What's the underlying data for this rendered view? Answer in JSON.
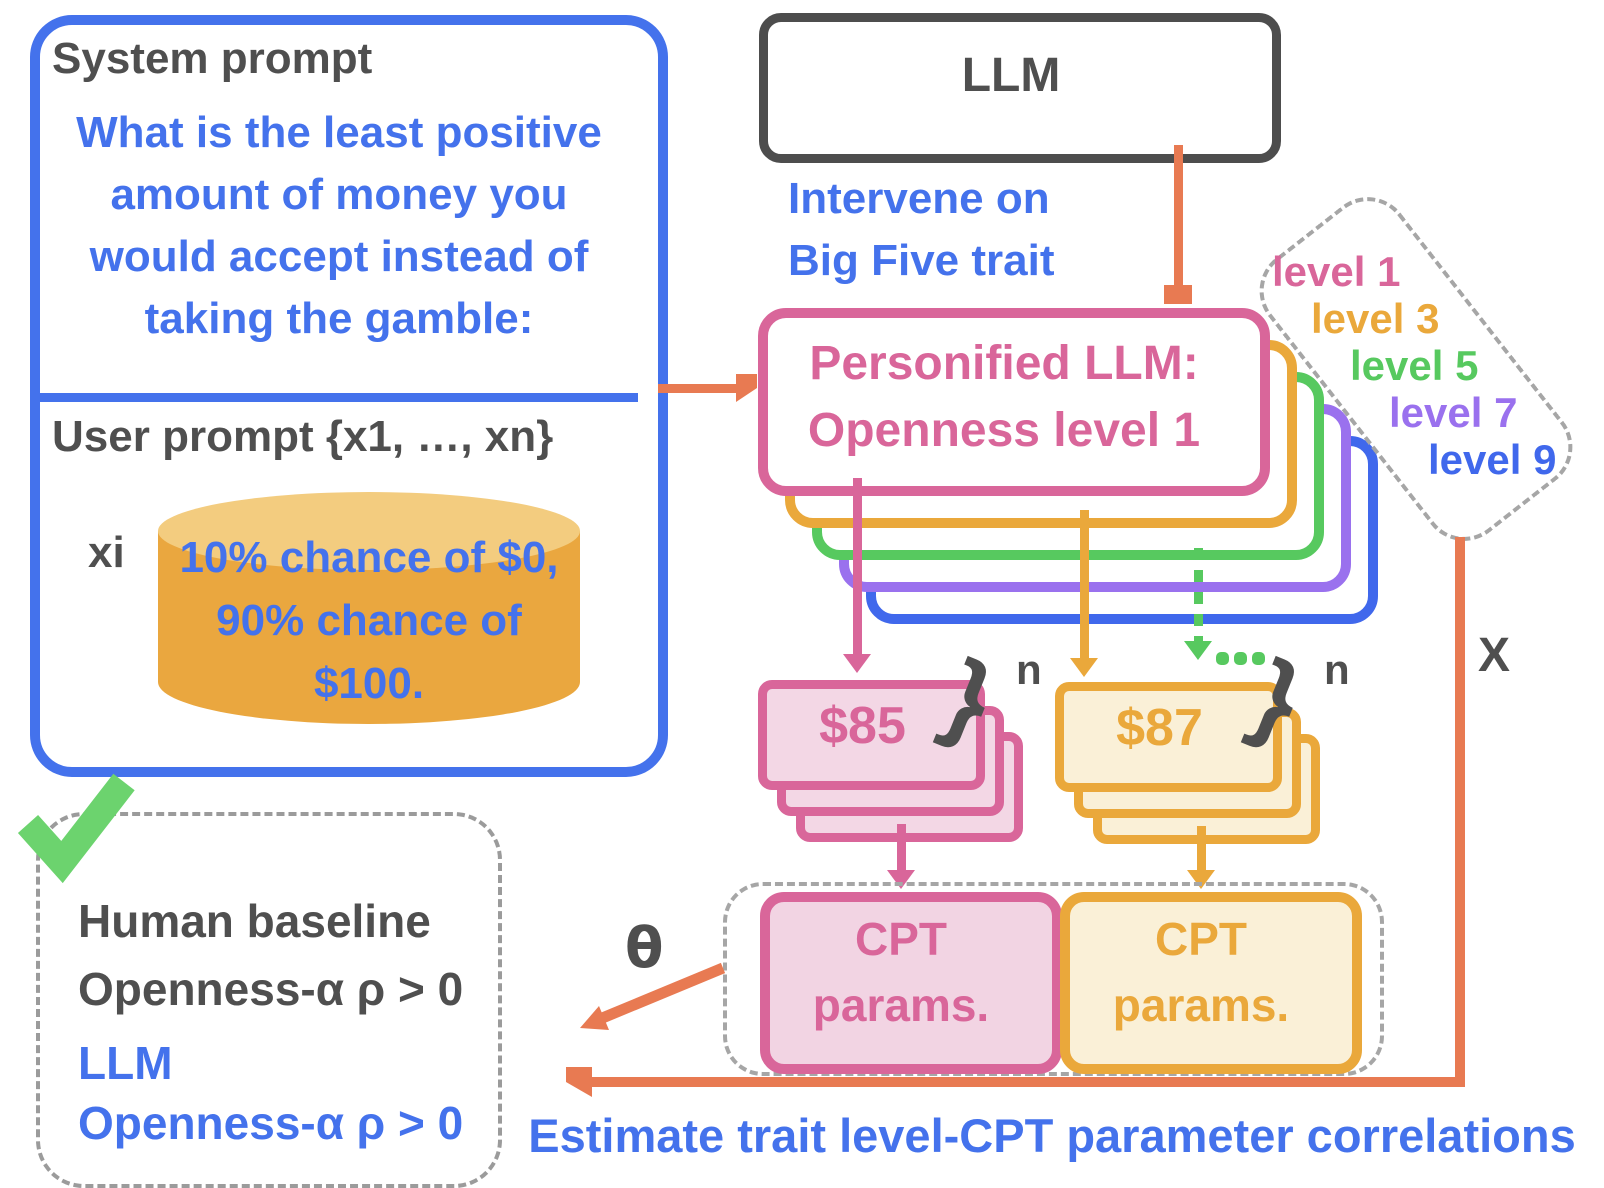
{
  "system_prompt": {
    "heading": "System prompt",
    "line1": "What is the least positive",
    "line2": "amount of money you",
    "line3": "would accept instead of",
    "line4": "taking the gamble:"
  },
  "user_prompt": {
    "heading": "User prompt {x1, …, xn}",
    "xi_label": "xi",
    "gamble_line1": "10% chance of $0,",
    "gamble_line2": "90% chance of",
    "gamble_line3": "$100."
  },
  "llm": {
    "label": "LLM"
  },
  "intervene": {
    "line1": "Intervene on",
    "line2": "Big Five trait"
  },
  "personified": {
    "line1": "Personified LLM:",
    "line2": "Openness level 1"
  },
  "levels": [
    {
      "label": "level 1",
      "color": "#d9669a"
    },
    {
      "label": "level 3",
      "color": "#eaa83b"
    },
    {
      "label": "level 5",
      "color": "#57c95f"
    },
    {
      "label": "level 7",
      "color": "#9a71ee"
    },
    {
      "label": "level 9",
      "color": "#4472ec"
    }
  ],
  "samples": {
    "value_a": "$85",
    "value_b": "$87",
    "brace": "}",
    "n_label": "n"
  },
  "cpt": {
    "line1": "CPT",
    "line2": "params."
  },
  "symbols": {
    "theta": "θ",
    "x": "X"
  },
  "caption": "Estimate trait level-CPT parameter correlations",
  "baseline": {
    "human_line1": "Human baseline",
    "human_line2": "Openness-α ρ > 0",
    "llm_line1": "LLM",
    "llm_line2": "Openness-α ρ > 0"
  },
  "colors": {
    "blue": "#4472ec",
    "pink": "#d9669a",
    "yellow": "#eaa83b",
    "green": "#57c95f",
    "purple": "#9a71ee",
    "stack_blue": "#4068ec",
    "orange_arrow": "#e87a52",
    "dark_gray": "#4f4f4f"
  }
}
